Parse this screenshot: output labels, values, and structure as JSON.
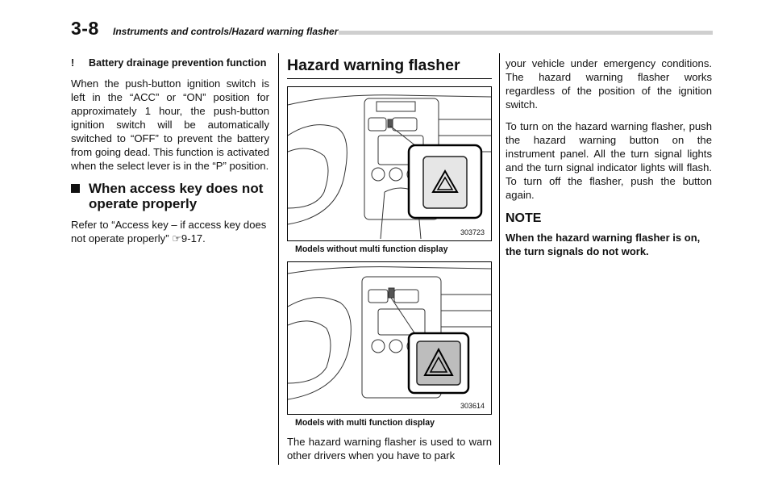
{
  "header": {
    "page_number": "3-8",
    "section": "Instruments and controls/Hazard warning flasher"
  },
  "col1": {
    "bullet_mark": "!",
    "bullet_title": "Battery drainage prevention function",
    "para1": "When the push-button ignition switch is left in the “ACC” or “ON” position for approximately 1 hour, the push-button ignition switch will be automatically switched to “OFF” to prevent the battery from going dead. This function is activated when the select lever is in the “P” position.",
    "subheading": "When access key does not operate properly",
    "para2": "Refer to “Access key – if access key does not operate properly” ☞9-17."
  },
  "col2": {
    "title": "Hazard warning flasher",
    "figure1": {
      "code": "303723",
      "caption": "Models without multi function display"
    },
    "figure2": {
      "code": "303614",
      "caption": "Models with multi function display"
    },
    "para": "The hazard warning flasher is used to warn other drivers when you have to park"
  },
  "col3": {
    "para1": "your vehicle under emergency conditions. The hazard warning flasher works regardless of the position of the ignition switch.",
    "para2": "To turn on the hazard warning flasher, push the hazard warning button on the instrument panel. All the turn signal lights and the turn signal indicator lights will flash. To turn off the flasher, push the button again.",
    "note_heading": "NOTE",
    "note": "When the hazard warning flasher is on, the turn signals do not work."
  }
}
